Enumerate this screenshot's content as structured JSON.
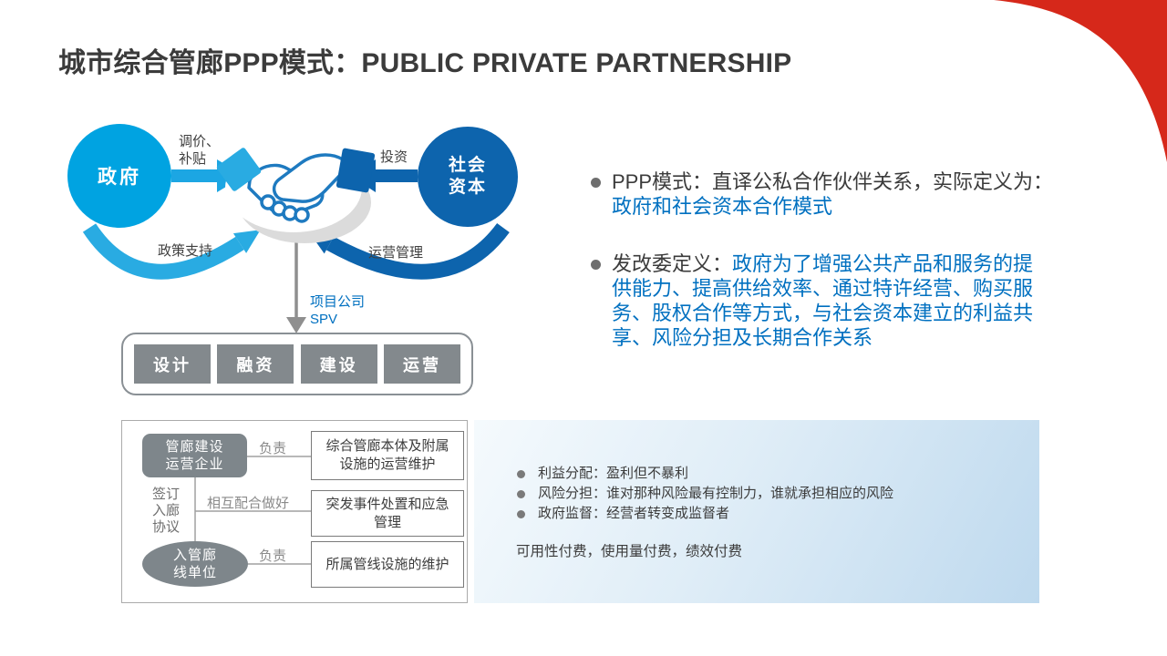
{
  "title": "城市综合管廊PPP模式：PUBLIC PRIVATE PARTNERSHIP",
  "colors": {
    "accent_light_blue": "#00A3E1",
    "accent_dark_blue": "#0D64AD",
    "highlight_blue": "#0070C0",
    "corner_red": "#D6281A",
    "box_gray": "#7E868B",
    "panel_blue": "#BED9EE"
  },
  "partnership_diagram": {
    "government": "政府",
    "social_capital_lines": [
      "社会",
      "资本"
    ],
    "price_subsidy_lines": [
      "调价、",
      "补贴"
    ],
    "investment": "投资",
    "policy_support": "政策支持",
    "operations_mgmt": "运营管理",
    "spv_lines": [
      "项目公司",
      "SPV"
    ]
  },
  "spv_phases": [
    "设计",
    "融资",
    "建设",
    "运营"
  ],
  "definitions": {
    "def1": {
      "prefix": "PPP模式：直译公私合作伙伴关系，实际定义为：",
      "highlight": "政府和社会资本合作模式"
    },
    "def2": {
      "prefix": "发改委定义：",
      "highlight_lines": [
        "政府为了增强公共产品和服务的提",
        "供能力、提高供给效率、通过特许经营、购买服",
        "务、股权合作等方式，与社会资本建立的利益共",
        "享、风险分担及长期合作关系"
      ]
    }
  },
  "responsibility_diagram": {
    "operator_lines": [
      "管廊建设",
      "运营企业"
    ],
    "pipeline_unit_lines": [
      "入管廊",
      "线单位"
    ],
    "agreement_lines": [
      "签订",
      "入廊",
      "协议"
    ],
    "rel_responsible_1": "负责",
    "rel_cooperate": "相互配合做好",
    "rel_responsible_2": "负责",
    "duty1_lines": [
      "综合管廊本体及附属",
      "设施的运营维护"
    ],
    "duty2_lines": [
      "突发事件处置和应急",
      "管理"
    ],
    "duty3": "所属管线设施的维护"
  },
  "principles": [
    "利益分配：盈利但不暴利",
    "风险分担：谁对那种风险最有控制力，谁就承担相应的风险",
    "政府监督：经营者转变成监督者"
  ],
  "payment_note": "可用性付费，使用量付费，绩效付费"
}
